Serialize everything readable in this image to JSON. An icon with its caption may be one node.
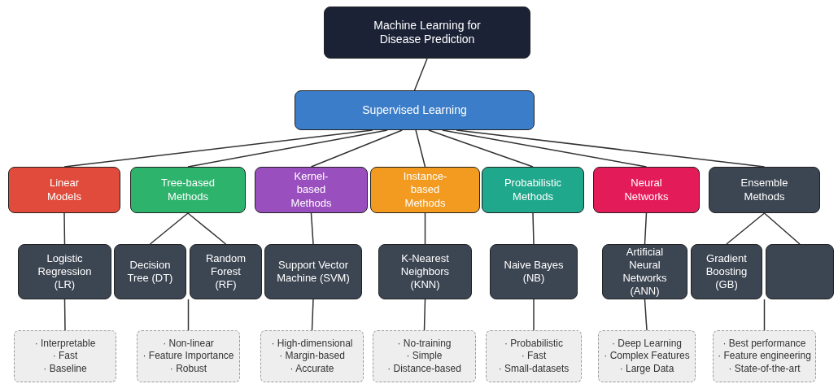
{
  "diagram": {
    "nodes": [
      {
        "text": [
          "Machine Learning for Disease Prediction"
        ]
      },
      {
        "text": [
          "Supervised Learning"
        ]
      },
      {
        "text": [
          "Linear Models"
        ]
      },
      {
        "text": [
          "Tree-based Methods"
        ]
      },
      {
        "text": [
          "Kernel-based Methods"
        ]
      },
      {
        "text": [
          "Instance-based Methods"
        ]
      },
      {
        "text": [
          "Probabilistic Methods"
        ]
      },
      {
        "text": [
          "Neural Networks"
        ]
      },
      {
        "text": [
          "Ensemble Methods"
        ]
      },
      {
        "text": [
          "Logistic Regression (LR)"
        ]
      },
      {
        "text": [
          "Decision Tree (DT)"
        ]
      },
      {
        "text": [
          "Random Forest (RF)"
        ]
      },
      {
        "text": [
          "Support Vector Machine (SVM)"
        ]
      },
      {
        "text": [
          "K-Nearest Neighbors (KNN)"
        ]
      },
      {
        "text": [
          "Naive Bayes (NB)"
        ]
      },
      {
        "text": [
          "Artificial Neural Networks (ANN)"
        ]
      },
      {
        "text": [
          "Gradient Boosting (GB)"
        ]
      },
      {
        "text": [],
        "shape": "box"
      },
      {
        "text": [
          "· Interpretable",
          "· Fast",
          "· Baseline"
        ]
      },
      {
        "text": [
          "· Non-linear",
          "· Feature Importance",
          "· Robust"
        ]
      },
      {
        "text": [
          "· High-dimensional",
          "· Margin-based",
          "· Accurate"
        ]
      },
      {
        "text": [
          "· No-training",
          "· Simple",
          "· Distance-based"
        ]
      },
      {
        "text": [
          "· Probabilistic",
          "· Fast",
          "· Small-datasets"
        ]
      },
      {
        "text": [
          "· Deep Learning",
          "· Complex Features",
          "· Large Data"
        ]
      },
      {
        "text": [
          "· Best performance",
          "· Feature engineering",
          "· State-of-the-art"
        ]
      }
    ],
    "edges": [
      {
        "from": 0,
        "to": 1,
        "arrow": "none"
      },
      {
        "from": 1,
        "to": 2,
        "arrow": "none"
      },
      {
        "from": 1,
        "to": 3,
        "arrow": "none"
      },
      {
        "from": 1,
        "to": 4,
        "arrow": "none"
      },
      {
        "from": 1,
        "to": 5,
        "arrow": "none"
      },
      {
        "from": 1,
        "to": 6,
        "arrow": "none"
      },
      {
        "from": 1,
        "to": 7,
        "arrow": "none"
      },
      {
        "from": 1,
        "to": 8,
        "arrow": "none"
      },
      {
        "from": 2,
        "to": 9,
        "arrow": "none"
      },
      {
        "from": 3,
        "to": 10,
        "arrow": "none"
      },
      {
        "from": 3,
        "to": 11,
        "arrow": "none"
      },
      {
        "from": 4,
        "to": 12,
        "arrow": "none"
      },
      {
        "from": 5,
        "to": 13,
        "arrow": "none"
      },
      {
        "from": 6,
        "to": 14,
        "arrow": "none"
      },
      {
        "from": 7,
        "to": 15,
        "arrow": "none"
      },
      {
        "from": 8,
        "to": 16,
        "arrow": "none"
      },
      {
        "from": 8,
        "to": 17,
        "arrow": "none"
      },
      {
        "from": 9,
        "to": 18,
        "arrow": "none"
      },
      {
        "from": 10,
        "to": 19,
        "arrow": "none"
      },
      {
        "from": 11,
        "to": 19,
        "arrow": "none"
      },
      {
        "from": 12,
        "to": 20,
        "arrow": "none"
      },
      {
        "from": 13,
        "to": 21,
        "arrow": "none"
      },
      {
        "from": 14,
        "to": 22,
        "arrow": "none"
      },
      {
        "from": 15,
        "to": 23,
        "arrow": "none"
      },
      {
        "from": 16,
        "to": 24,
        "arrow": "none"
      },
      {
        "from": 17,
        "to": 24,
        "arrow": "none"
      }
    ]
  }
}
